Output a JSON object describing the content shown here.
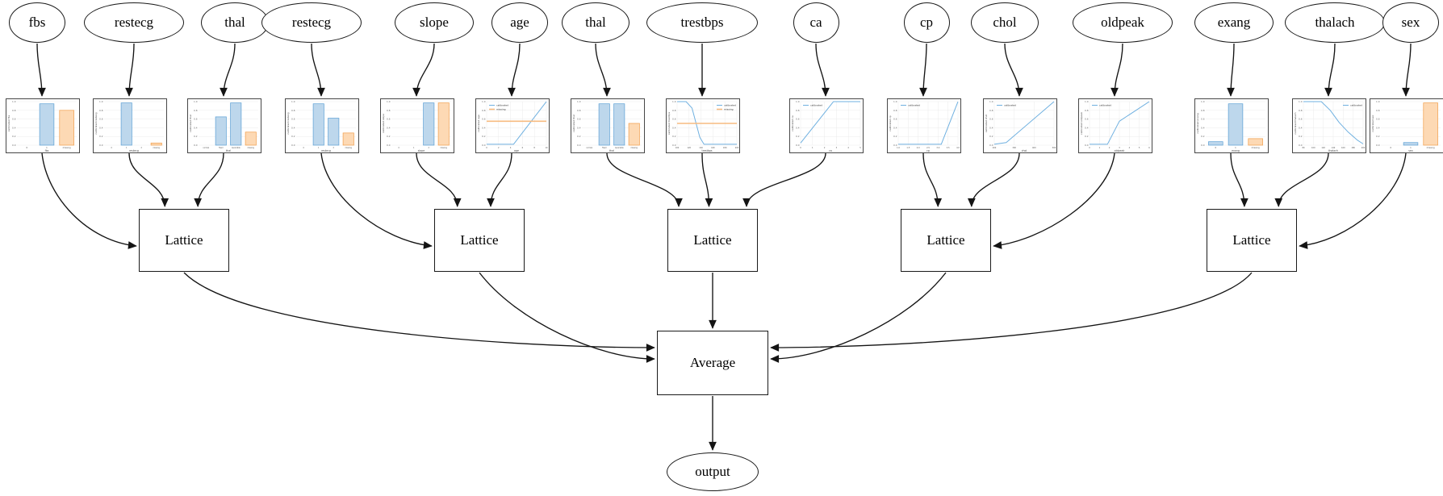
{
  "diagram": {
    "labels": {
      "lattice": "Lattice",
      "average": "Average",
      "output": "output"
    },
    "legend_labels": {
      "calibrated": "calibrated",
      "missing": "missing"
    },
    "colors": {
      "bar_blue_fill": "#bdd7ec",
      "bar_blue_edge": "#5a9fd4",
      "bar_orange_fill": "#fdd9b4",
      "bar_orange_edge": "#f19d49",
      "line_blue": "#6fb0e0",
      "line_orange": "#f7bb80",
      "edge_arrow": "#141414",
      "grid": "#ebebeb",
      "chart_border": "#474747"
    },
    "y_ticks": [
      "0.0",
      "0.2",
      "0.4",
      "0.6",
      "0.8",
      "1.0"
    ],
    "lattice_inputs": [
      [
        0,
        1,
        2
      ],
      [
        3,
        4,
        5
      ],
      [
        6,
        7,
        8
      ],
      [
        9,
        10,
        11
      ],
      [
        12,
        13,
        14
      ]
    ],
    "features": [
      {
        "name": "fbs",
        "chart": {
          "type": "bar",
          "x_label": "fbs",
          "y_label": "calibrated fbs",
          "categories": [
            "0",
            "1",
            "missing"
          ],
          "values": [
            0,
            0.95,
            0.8
          ]
        }
      },
      {
        "name": "restecg",
        "chart": {
          "type": "bar",
          "x_label": "restecg",
          "y_label": "calibrated restecg",
          "categories": [
            "0",
            "1",
            "2",
            "missing"
          ],
          "values": [
            0,
            0.97,
            0,
            0.05
          ]
        }
      },
      {
        "name": "thal",
        "chart": {
          "type": "bar",
          "x_label": "thal",
          "y_label": "calibrated thal",
          "categories": [
            "normal",
            "fixed",
            "reversible",
            "missing"
          ],
          "values": [
            0,
            0.65,
            0.97,
            0.3
          ]
        }
      },
      {
        "name": "restecg",
        "chart": {
          "type": "bar",
          "x_label": "restecg",
          "y_label": "calibrated restecg",
          "categories": [
            "0",
            "1",
            "2",
            "missing"
          ],
          "values": [
            0,
            0.95,
            0.62,
            0.28
          ]
        }
      },
      {
        "name": "slope",
        "chart": {
          "type": "bar",
          "x_label": "slope",
          "y_label": "calibrated slope",
          "categories": [
            "0",
            "1",
            "2",
            "missing"
          ],
          "values": [
            0,
            0,
            0.97,
            0.97
          ]
        }
      },
      {
        "name": "age",
        "chart": {
          "type": "line",
          "x_label": "age",
          "y_label": "calibrated age",
          "x_tick_labels": [
            "0",
            "2",
            "4",
            "6",
            "8",
            "10"
          ],
          "legend_pos": "top-left",
          "series": [
            {
              "name": "calibrated",
              "color": "blue",
              "points": [
                [
                  0,
                  0.02
                ],
                [
                  0.45,
                  0.02
                ],
                [
                  1,
                  1.0
                ]
              ]
            },
            {
              "name": "missing",
              "color": "orange",
              "points": [
                [
                  0,
                  0.55
                ],
                [
                  1,
                  0.55
                ]
              ]
            }
          ]
        }
      },
      {
        "name": "thal",
        "chart": {
          "type": "bar",
          "x_label": "thal",
          "y_label": "calibrated thal",
          "categories": [
            "normal",
            "fixed",
            "reversible",
            "missing"
          ],
          "values": [
            0,
            0.95,
            0.95,
            0.5
          ]
        }
      },
      {
        "name": "trestbps",
        "chart": {
          "type": "line",
          "x_label": "trestbps",
          "y_label": "calibrated trestbps",
          "x_tick_labels": [
            "100",
            "120",
            "140",
            "160",
            "180",
            "200"
          ],
          "legend_pos": "top-right",
          "series": [
            {
              "name": "calibrated",
              "color": "blue",
              "points": [
                [
                  0,
                  1.0
                ],
                [
                  0.15,
                  1.0
                ],
                [
                  0.25,
                  0.85
                ],
                [
                  0.38,
                  0.18
                ],
                [
                  0.45,
                  0.02
                ],
                [
                  1,
                  0.02
                ]
              ]
            },
            {
              "name": "missing",
              "color": "orange",
              "points": [
                [
                  0,
                  0.5
                ],
                [
                  1,
                  0.5
                ]
              ]
            }
          ]
        }
      },
      {
        "name": "ca",
        "chart": {
          "type": "line",
          "x_label": "ca",
          "y_label": "calibrated ca",
          "x_tick_labels": [
            "0",
            "1",
            "2",
            "3",
            "4",
            "5"
          ],
          "legend_pos": "top-left",
          "series": [
            {
              "name": "calibrated",
              "color": "blue",
              "points": [
                [
                  0,
                  0.05
                ],
                [
                  0.55,
                  1.0
                ],
                [
                  1,
                  1.0
                ]
              ]
            }
          ]
        }
      },
      {
        "name": "cp",
        "chart": {
          "type": "line",
          "x_label": "cp",
          "y_label": "calibrated cp",
          "x_tick_labels": [
            "1.0",
            "1.5",
            "2.0",
            "2.5",
            "3.0",
            "3.5",
            "4.0"
          ],
          "legend_pos": "top-left",
          "series": [
            {
              "name": "calibrated",
              "color": "blue",
              "points": [
                [
                  0,
                  0.02
                ],
                [
                  0.72,
                  0.02
                ],
                [
                  1,
                  1.0
                ]
              ]
            }
          ]
        }
      },
      {
        "name": "chol",
        "chart": {
          "type": "line",
          "x_label": "chol",
          "y_label": "calibrated chol",
          "x_tick_labels": [
            "200",
            "300",
            "400",
            "500"
          ],
          "legend_pos": "top-left",
          "series": [
            {
              "name": "calibrated",
              "color": "blue",
              "points": [
                [
                  0,
                  0.02
                ],
                [
                  0.2,
                  0.06
                ],
                [
                  1,
                  1.0
                ]
              ]
            }
          ]
        }
      },
      {
        "name": "oldpeak",
        "chart": {
          "type": "line",
          "x_label": "oldpeak",
          "y_label": "calibrated oldpeak",
          "x_tick_labels": [
            "0",
            "1",
            "2",
            "3",
            "4",
            "5",
            "6"
          ],
          "legend_pos": "top-left",
          "series": [
            {
              "name": "calibrated",
              "color": "blue",
              "points": [
                [
                  0,
                  0.02
                ],
                [
                  0.3,
                  0.02
                ],
                [
                  0.5,
                  0.55
                ],
                [
                  1,
                  1.0
                ]
              ]
            }
          ]
        }
      },
      {
        "name": "exang",
        "chart": {
          "type": "bar",
          "x_label": "exang",
          "y_label": "calibrated exang",
          "categories": [
            "0",
            "1",
            "missing"
          ],
          "values": [
            0.08,
            0.95,
            0.15
          ]
        }
      },
      {
        "name": "thalach",
        "chart": {
          "type": "line",
          "x_label": "thalach",
          "y_label": "calibrated thalach",
          "x_tick_labels": [
            "80",
            "100",
            "120",
            "140",
            "160",
            "180",
            "200"
          ],
          "legend_pos": "top-right",
          "series": [
            {
              "name": "calibrated",
              "color": "blue",
              "points": [
                [
                  0,
                  1.0
                ],
                [
                  0.3,
                  1.0
                ],
                [
                  0.45,
                  0.8
                ],
                [
                  0.6,
                  0.52
                ],
                [
                  0.75,
                  0.3
                ],
                [
                  0.9,
                  0.12
                ],
                [
                  1,
                  0.03
                ]
              ]
            }
          ]
        }
      },
      {
        "name": "sex",
        "chart": {
          "type": "bar",
          "x_label": "sex",
          "y_label": "calibrated sex",
          "categories": [
            "0",
            "1",
            "missing"
          ],
          "values": [
            0,
            0.06,
            0.97
          ]
        }
      }
    ]
  }
}
